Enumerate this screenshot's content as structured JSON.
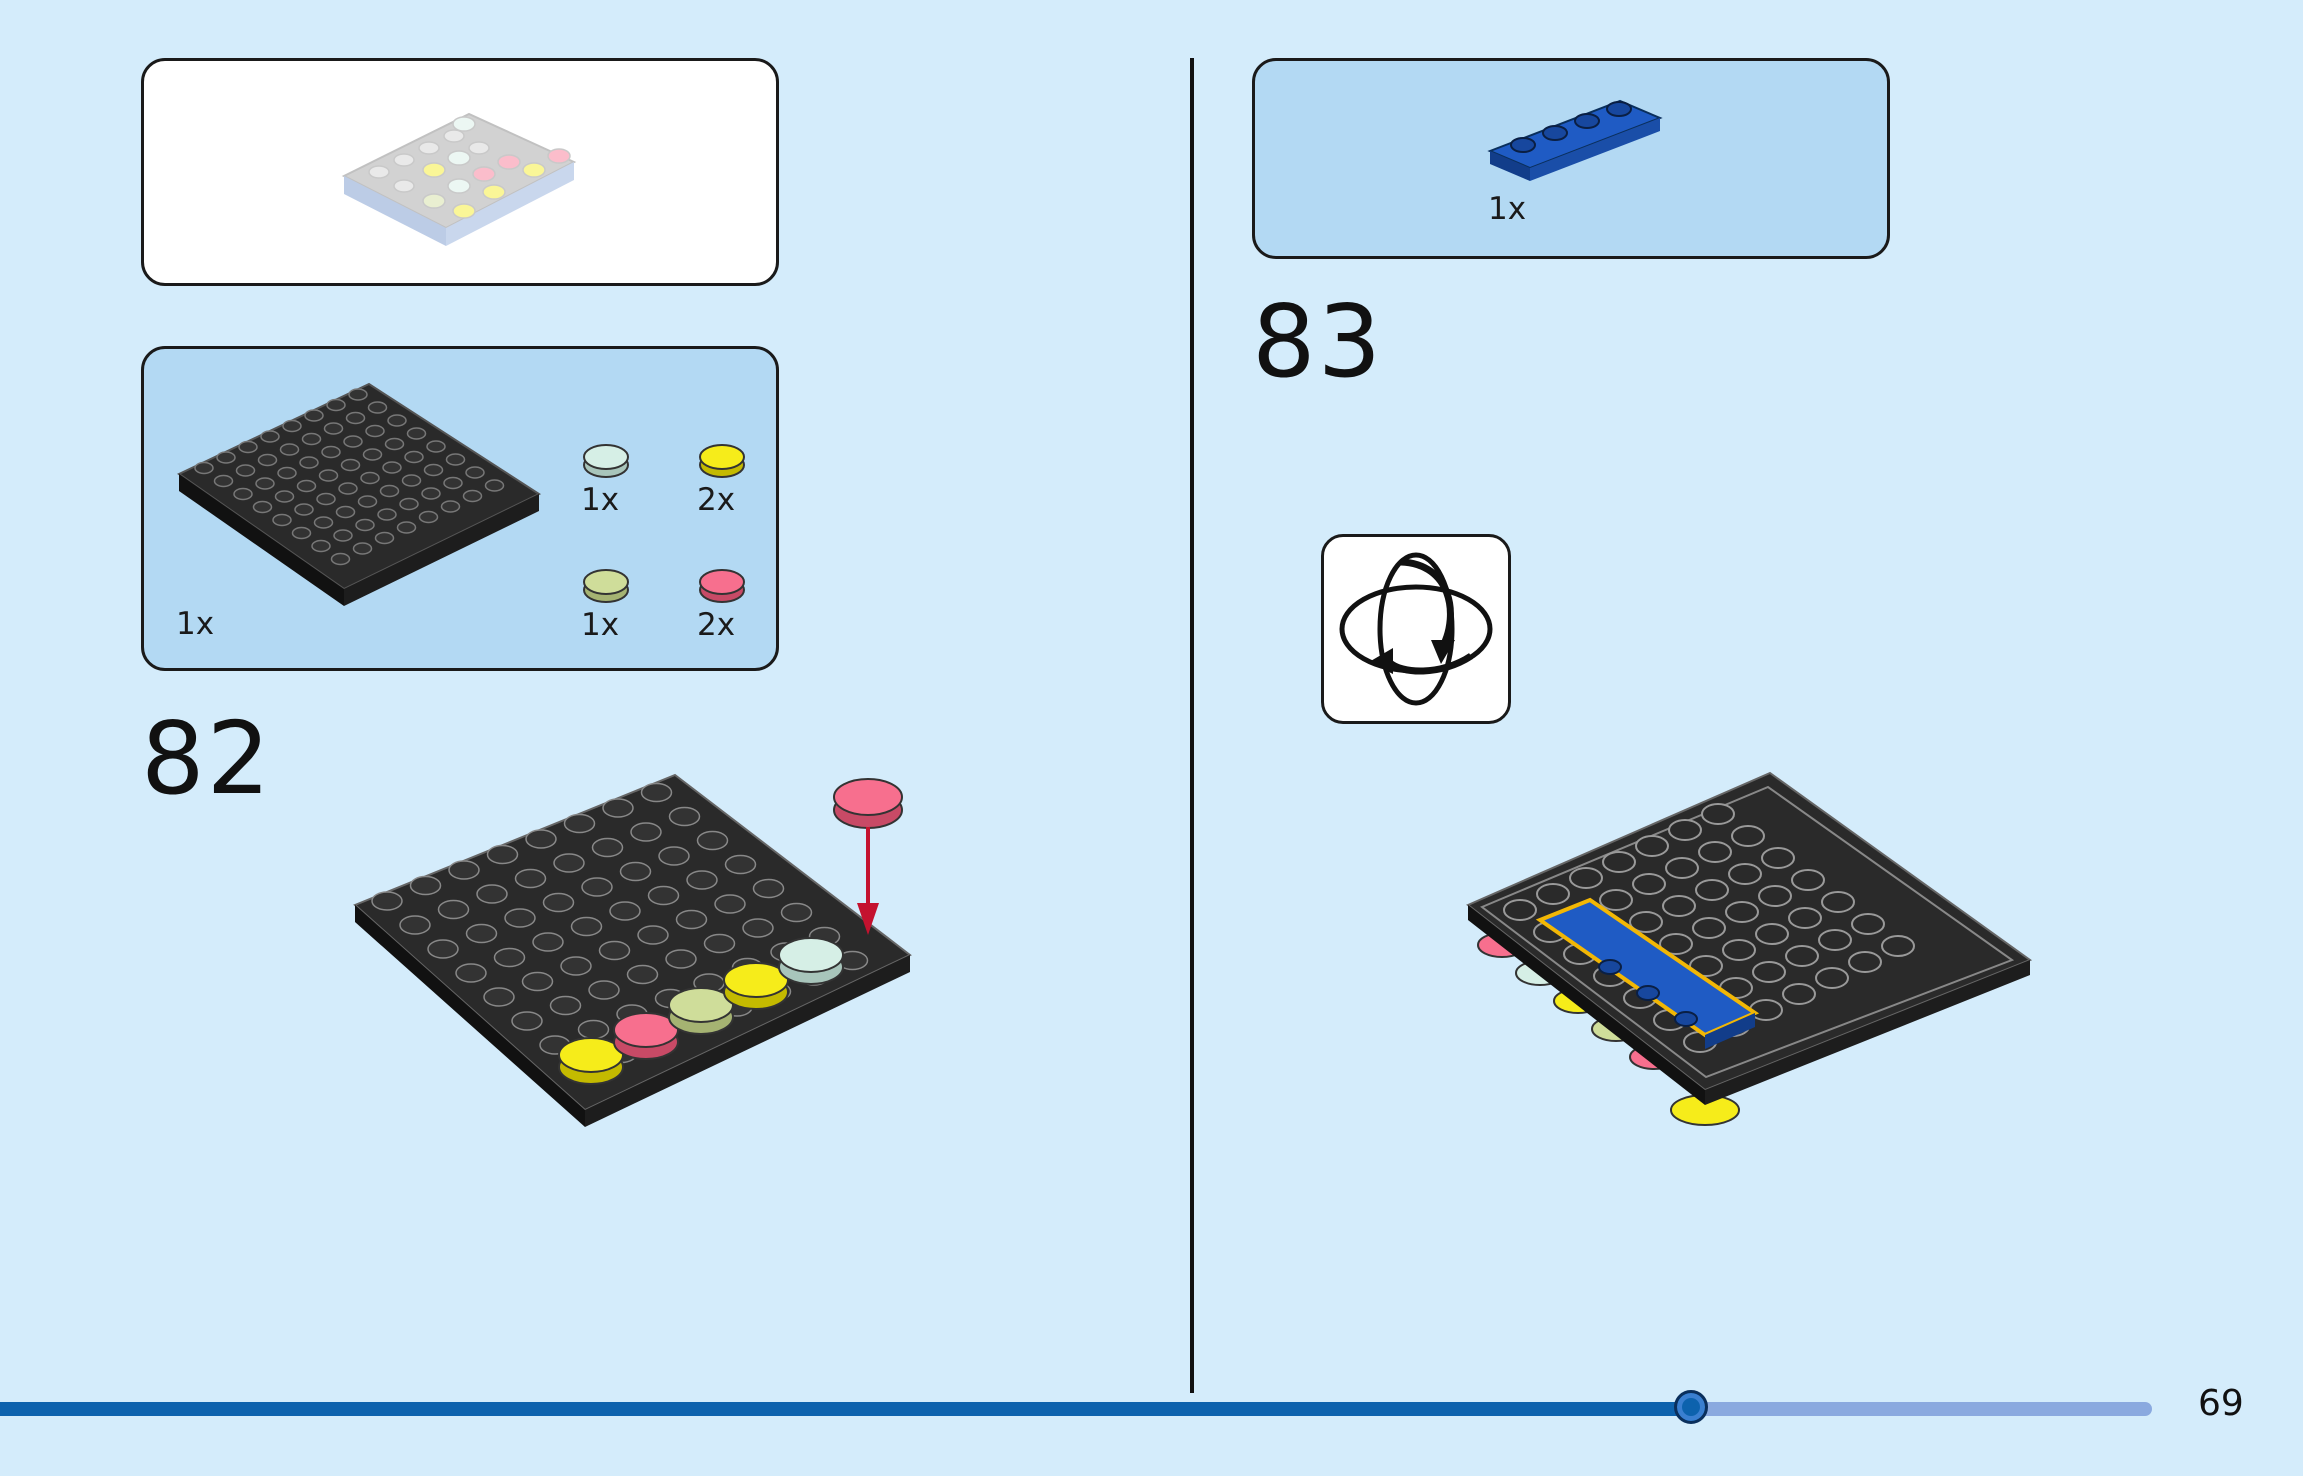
{
  "left_page": {
    "parts_panel": {
      "plate_qty": "1x",
      "tile_qtys": [
        "1x",
        "2x",
        "1x",
        "2x"
      ],
      "tile_colors": [
        "#d6efe6",
        "#f6ec1a",
        "#cfdd9a",
        "#f76f8e"
      ]
    },
    "step_number": "82"
  },
  "right_page": {
    "parts_panel": {
      "plate_qty": "1x"
    },
    "step_number": "83",
    "rotate_icon": "rotate-model-icon"
  },
  "footer": {
    "page_number": "69",
    "progress_percent": 78.6
  },
  "colors": {
    "background": "#d4ecfb",
    "panel_blue": "#b3d9f3",
    "progress_blue": "#0d62ad",
    "progress_track": "#8aa9df",
    "arrow_red": "#c4122f"
  }
}
